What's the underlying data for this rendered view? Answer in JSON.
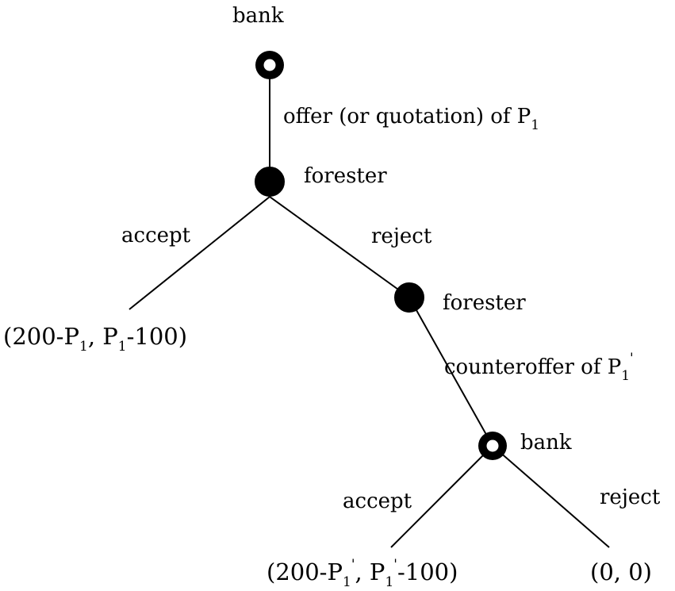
{
  "nodes": {
    "root": {
      "player": "bank",
      "kind": "open"
    },
    "forester1": {
      "player": "forester",
      "kind": "filled"
    },
    "forester2": {
      "player": "forester",
      "kind": "filled"
    },
    "bank2": {
      "player": "bank",
      "kind": "open"
    }
  },
  "edges": {
    "offer": {
      "text": "offer (or quotation) of P",
      "sub": "1"
    },
    "accept1": {
      "text": "accept"
    },
    "reject1": {
      "text": "reject"
    },
    "counteroffer": {
      "text": "counteroffer of P",
      "sub": "1",
      "prime": "'"
    },
    "accept2": {
      "text": "accept"
    },
    "reject2": {
      "text": "reject"
    }
  },
  "payoffs": {
    "p1": {
      "a": "(200-P",
      "sub": "1",
      "b": ", P",
      "c": "-100)"
    },
    "p2": {
      "a": "(200-P",
      "sub": "1",
      "prime": "'",
      "b": ", P",
      "c": "-100)"
    },
    "p3": {
      "text": "(0, 0)"
    }
  }
}
